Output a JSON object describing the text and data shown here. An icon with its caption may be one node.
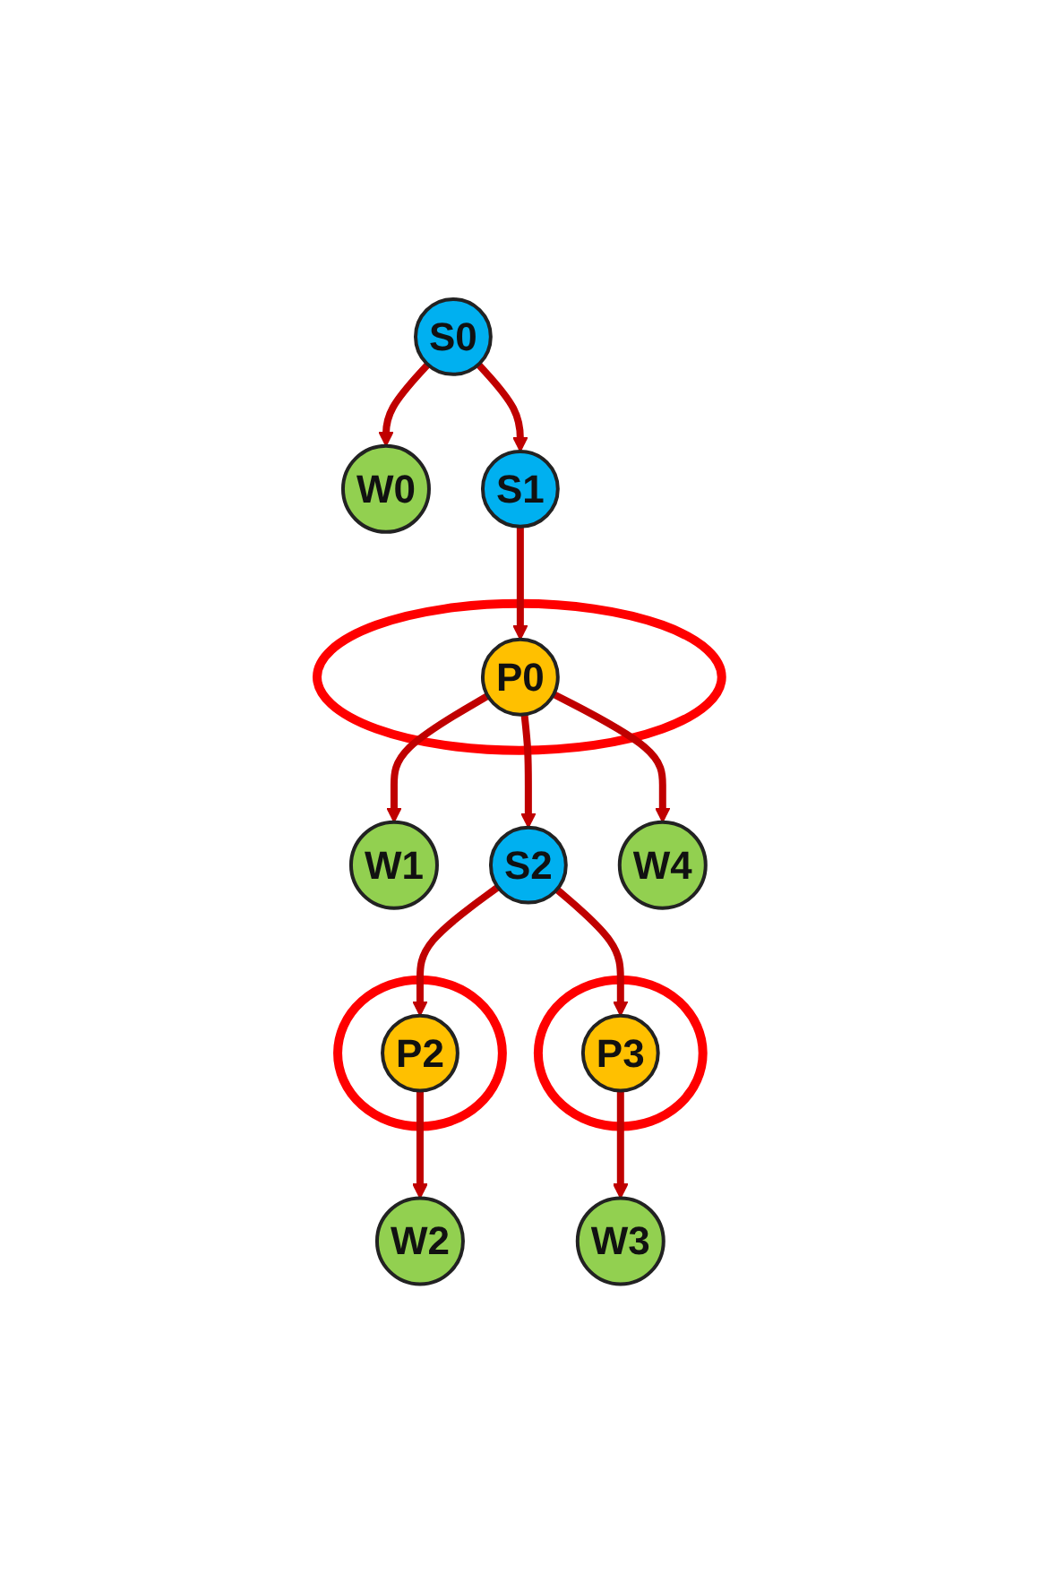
{
  "diagram": {
    "nodes": [
      {
        "text": [
          "S0"
        ]
      },
      {
        "text": [
          "W0"
        ]
      },
      {
        "text": [
          "S1"
        ]
      },
      {
        "text": [],
        "shape": "ellipse"
      },
      {
        "text": [
          "P0"
        ],
        "in": 3
      },
      {
        "text": [
          "W1"
        ]
      },
      {
        "text": [
          "S2"
        ]
      },
      {
        "text": [
          "W4"
        ]
      },
      {
        "text": [],
        "shape": "ellipse"
      },
      {
        "text": [
          "P2"
        ],
        "in": 8
      },
      {
        "text": [],
        "shape": "ellipse"
      },
      {
        "text": [
          "P3"
        ],
        "in": 10
      },
      {
        "text": [
          "W2"
        ]
      },
      {
        "text": [
          "W3"
        ]
      }
    ],
    "edges": [
      {
        "from": 0,
        "to": 1,
        "arrow": "to"
      },
      {
        "from": 0,
        "to": 2,
        "arrow": "to"
      },
      {
        "from": 2,
        "to": 4,
        "arrow": "to"
      },
      {
        "from": 4,
        "to": 5,
        "arrow": "to"
      },
      {
        "from": 4,
        "to": 6,
        "arrow": "to"
      },
      {
        "from": 4,
        "to": 7,
        "arrow": "to"
      },
      {
        "from": 6,
        "to": 9,
        "arrow": "to"
      },
      {
        "from": 6,
        "to": 11,
        "arrow": "to"
      },
      {
        "from": 9,
        "to": 12,
        "arrow": "to"
      },
      {
        "from": 11,
        "to": 13,
        "arrow": "to"
      }
    ]
  }
}
